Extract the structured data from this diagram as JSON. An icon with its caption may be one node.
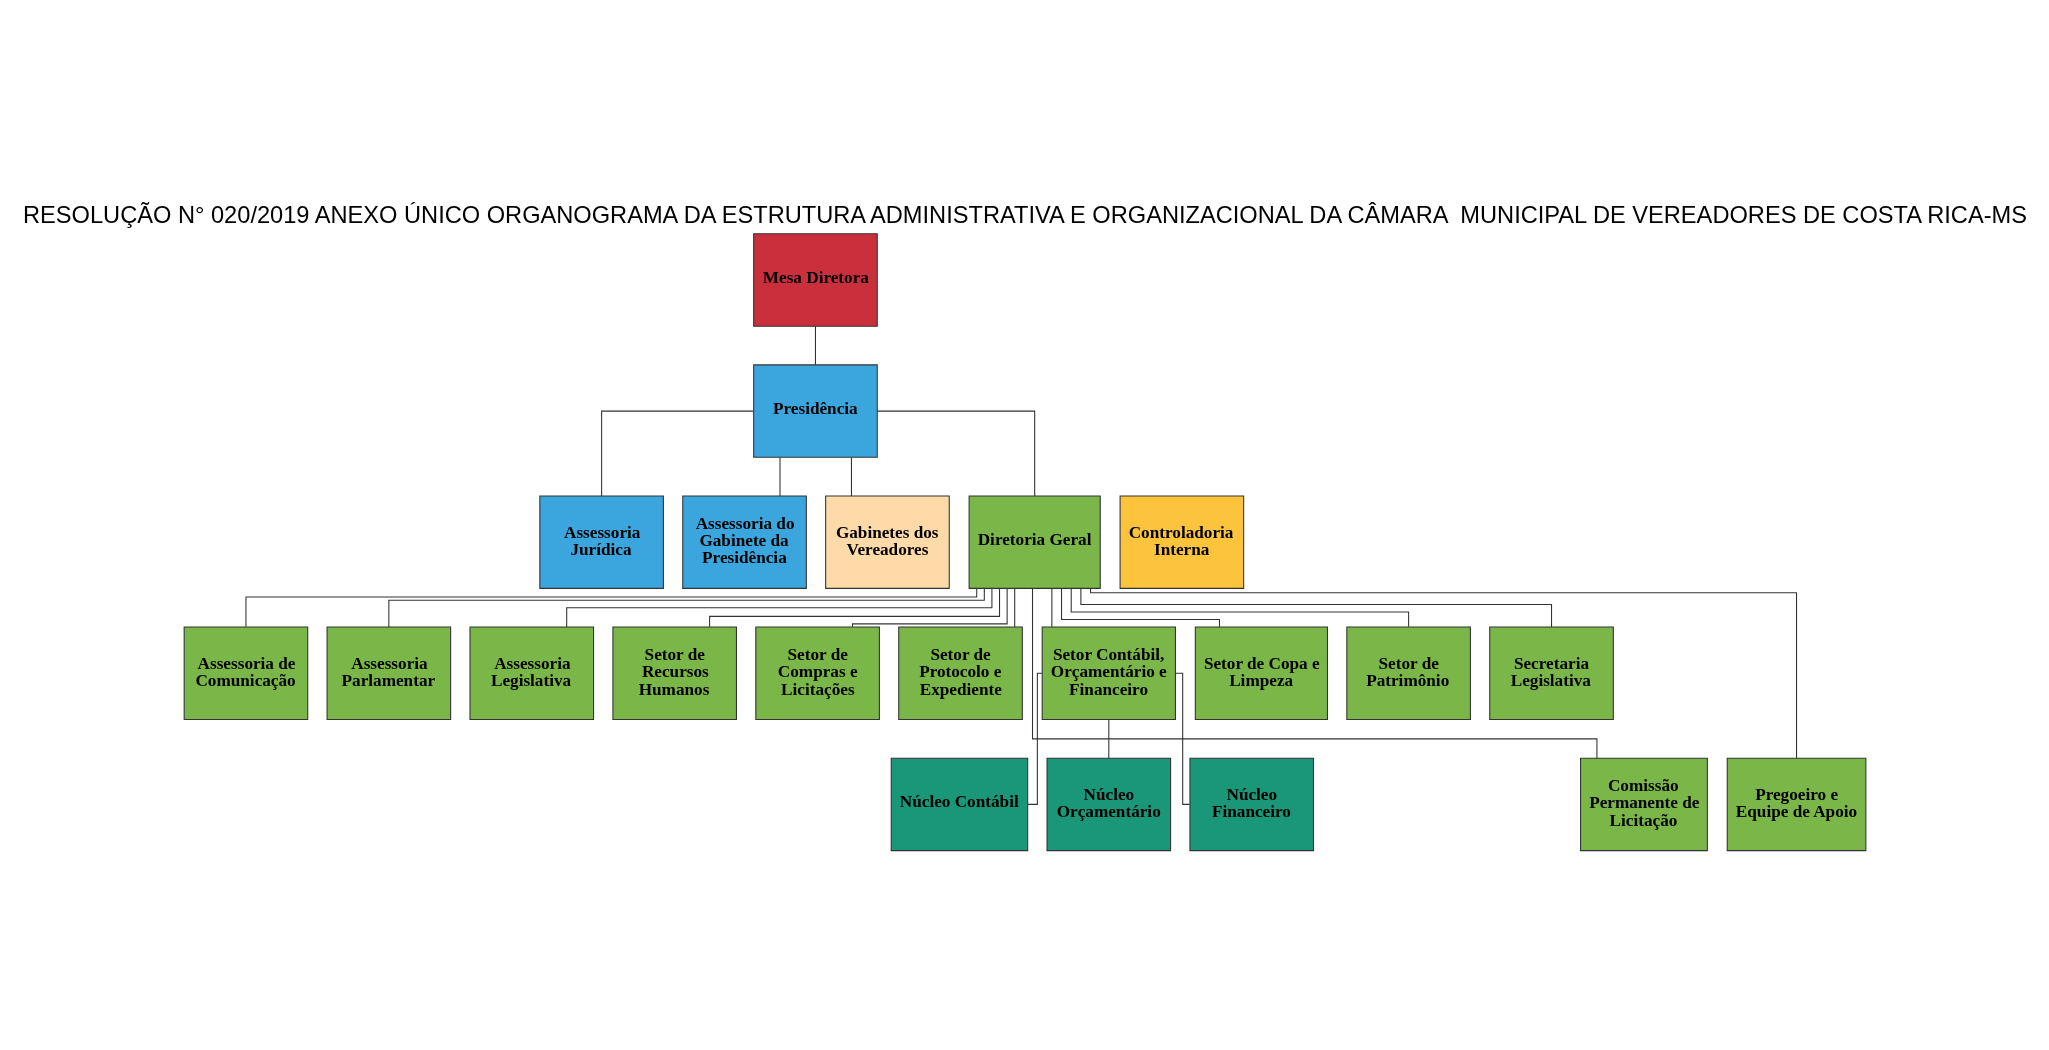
{
  "diagram": {
    "title": "RESOLUÇÃO N° 020/2019 ANEXO ÚNICO ORGANOGRAMA DA ESTRUTURA ADMINISTRATIVA E ORGANIZACIONAL DA CÂMARA  MUNICIPAL DE VEREADORES DE COSTA RICA-MS",
    "nodes": [
      {
        "text": [
          "Mesa Diretora"
        ]
      },
      {
        "text": [
          "Presidência"
        ]
      },
      {
        "text": [
          "Controladoria Interna"
        ]
      },
      {
        "text": [
          "Assessoria Jurídica"
        ]
      },
      {
        "text": [
          "Assessoria do Gabinete da Presidência"
        ]
      },
      {
        "text": [
          "Gabinetes dos Vereadores"
        ]
      },
      {
        "text": [
          "Diretoria Geral"
        ]
      },
      {
        "text": [
          "Assessoria de Comunicação"
        ]
      },
      {
        "text": [
          "Assessoria Parlamentar"
        ]
      },
      {
        "text": [
          "Assessoria Legislativa"
        ]
      },
      {
        "text": [
          "Setor de Recursos Humanos"
        ]
      },
      {
        "text": [
          "Setor de Compras e Licitações"
        ]
      },
      {
        "text": [
          "Setor de Protocolo e Expediente"
        ]
      },
      {
        "text": [
          "Setor Contábil, Orçamentário e Financeiro"
        ]
      },
      {
        "text": [
          "Setor de Copa e Limpeza"
        ]
      },
      {
        "text": [
          "Setor de Patrimônio"
        ]
      },
      {
        "text": [
          "Secretaria Legislativa"
        ]
      },
      {
        "text": [
          "Comissão Permanente de Licitação"
        ]
      },
      {
        "text": [
          "Pregoeiro e Equipe de Apoio"
        ]
      },
      {
        "text": [
          "Núcleo Contábil"
        ]
      },
      {
        "text": [
          "Núcleo Orçamentário"
        ]
      },
      {
        "text": [
          "Núcleo Financeiro"
        ]
      }
    ],
    "edges": [
      {
        "from": 0,
        "to": 1,
        "arrow": "none"
      },
      {
        "from": 1,
        "to": 3,
        "arrow": "none"
      },
      {
        "from": 1,
        "to": 4,
        "arrow": "none"
      },
      {
        "from": 1,
        "to": 5,
        "arrow": "none"
      },
      {
        "from": 1,
        "to": 6,
        "arrow": "none"
      },
      {
        "from": 6,
        "to": 7,
        "arrow": "none"
      },
      {
        "from": 6,
        "to": 8,
        "arrow": "none"
      },
      {
        "from": 6,
        "to": 9,
        "arrow": "none"
      },
      {
        "from": 6,
        "to": 10,
        "arrow": "none"
      },
      {
        "from": 6,
        "to": 11,
        "arrow": "none"
      },
      {
        "from": 6,
        "to": 12,
        "arrow": "none"
      },
      {
        "from": 6,
        "to": 13,
        "arrow": "none"
      },
      {
        "from": 6,
        "to": 14,
        "arrow": "none"
      },
      {
        "from": 6,
        "to": 15,
        "arrow": "none"
      },
      {
        "from": 6,
        "to": 16,
        "arrow": "none"
      },
      {
        "from": 6,
        "to": 17,
        "arrow": "none"
      },
      {
        "from": 6,
        "to": 18,
        "arrow": "none"
      },
      {
        "from": 13,
        "to": 19,
        "arrow": "none"
      },
      {
        "from": 13,
        "to": 20,
        "arrow": "none"
      },
      {
        "from": 13,
        "to": 21,
        "arrow": "none"
      }
    ]
  }
}
